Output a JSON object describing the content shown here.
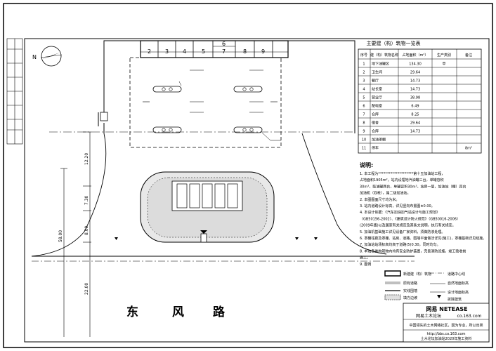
{
  "plan": {
    "north_label": "N",
    "building_numbers": [
      "2",
      "3",
      "4",
      "5",
      "6",
      "7",
      "8",
      "9"
    ],
    "road_name_chars": [
      "东",
      "风",
      "路"
    ],
    "dimensions": [
      "12.20",
      "7.30",
      "8.00",
      "58.00",
      "22.00"
    ]
  },
  "table": {
    "title": "主要建（构）筑物一览表",
    "headers": [
      "序号",
      "建（构）筑物名称",
      "占地面积（m²）",
      "生产类别",
      "备注"
    ],
    "rows": [
      {
        "no": "1",
        "name": "地下油罐区",
        "area": "134.30",
        "cls": "甲",
        "note": ""
      },
      {
        "no": "2",
        "name": "卫生间",
        "area": "29.64",
        "cls": "",
        "note": ""
      },
      {
        "no": "3",
        "name": "餐厅",
        "area": "14.73",
        "cls": "",
        "note": ""
      },
      {
        "no": "4",
        "name": "站长室",
        "area": "14.73",
        "cls": "",
        "note": ""
      },
      {
        "no": "5",
        "name": "营业厅",
        "area": "38.98",
        "cls": "",
        "note": ""
      },
      {
        "no": "6",
        "name": "配电室",
        "area": "6.49",
        "cls": "",
        "note": ""
      },
      {
        "no": "7",
        "name": "仓库",
        "area": "8.25",
        "cls": "",
        "note": ""
      },
      {
        "no": "8",
        "name": "宿舍",
        "area": "29.64",
        "cls": "",
        "note": ""
      },
      {
        "no": "9",
        "name": "仓库",
        "area": "14.73",
        "cls": "",
        "note": ""
      },
      {
        "no": "10",
        "name": "加油罩棚",
        "area": "",
        "cls": "",
        "note": ""
      },
      {
        "no": "11",
        "name": "停车",
        "area": "",
        "cls": "",
        "note": "8m²"
      }
    ]
  },
  "notes": {
    "title": "说明:",
    "lines": [
      "1. 本工程为********************第十五加油站工程，",
      "占地面积1905m²，站内设埋地汽油罐三台，单罐容积",
      "30m³，柴油罐两台，单罐容积30m³。站房一层，加油站（棚）四台",
      "加油机（双枪），属二级加油站。",
      "2. 本图图面尺寸均为米。",
      "3. 站内道路设计标高，详见竖向布置图±0.00。",
      "4. 本设计依据：《汽车加油加气站设计与施工规范》",
      "（GB50156-2002）、《建筑设计防火规范》（GB50016-2006）",
      "(2009年版)以及国家有关规定及其条文说明，执行有关规定。",
      "5. 加油机基础施工详见设备厂家资料，须做防渗处理。",
      "6. 罩棚柱距及罩棚、站房、道路、围墙平面做法详见(施工)，罩棚基础详见结施。",
      "7. 加油站站场标高均高于道路(5)0.30，同时均匀。",
      "8. 本站各类构筑物内均有安全防护装置，完善消防设施，竣工验收前",
      "   施工。",
      "9. 图例"
    ],
    "legend": [
      "新建建（构）筑物",
      "原有道路",
      "实线围墙",
      "道路中心线",
      "自然地面标高",
      "设计地面标高",
      "填方边坡",
      "拆除建筑"
    ]
  },
  "title_block": {
    "brand": "网易 NETEASE",
    "sub": "网易土木论坛",
    "site": "co.163.com",
    "line1": "中国领先的土木网络社区，因为专业，所以出类",
    "line2": "http://bbs.co.163.com",
    "line3": "土木论坛加油站2020年施工资料"
  }
}
